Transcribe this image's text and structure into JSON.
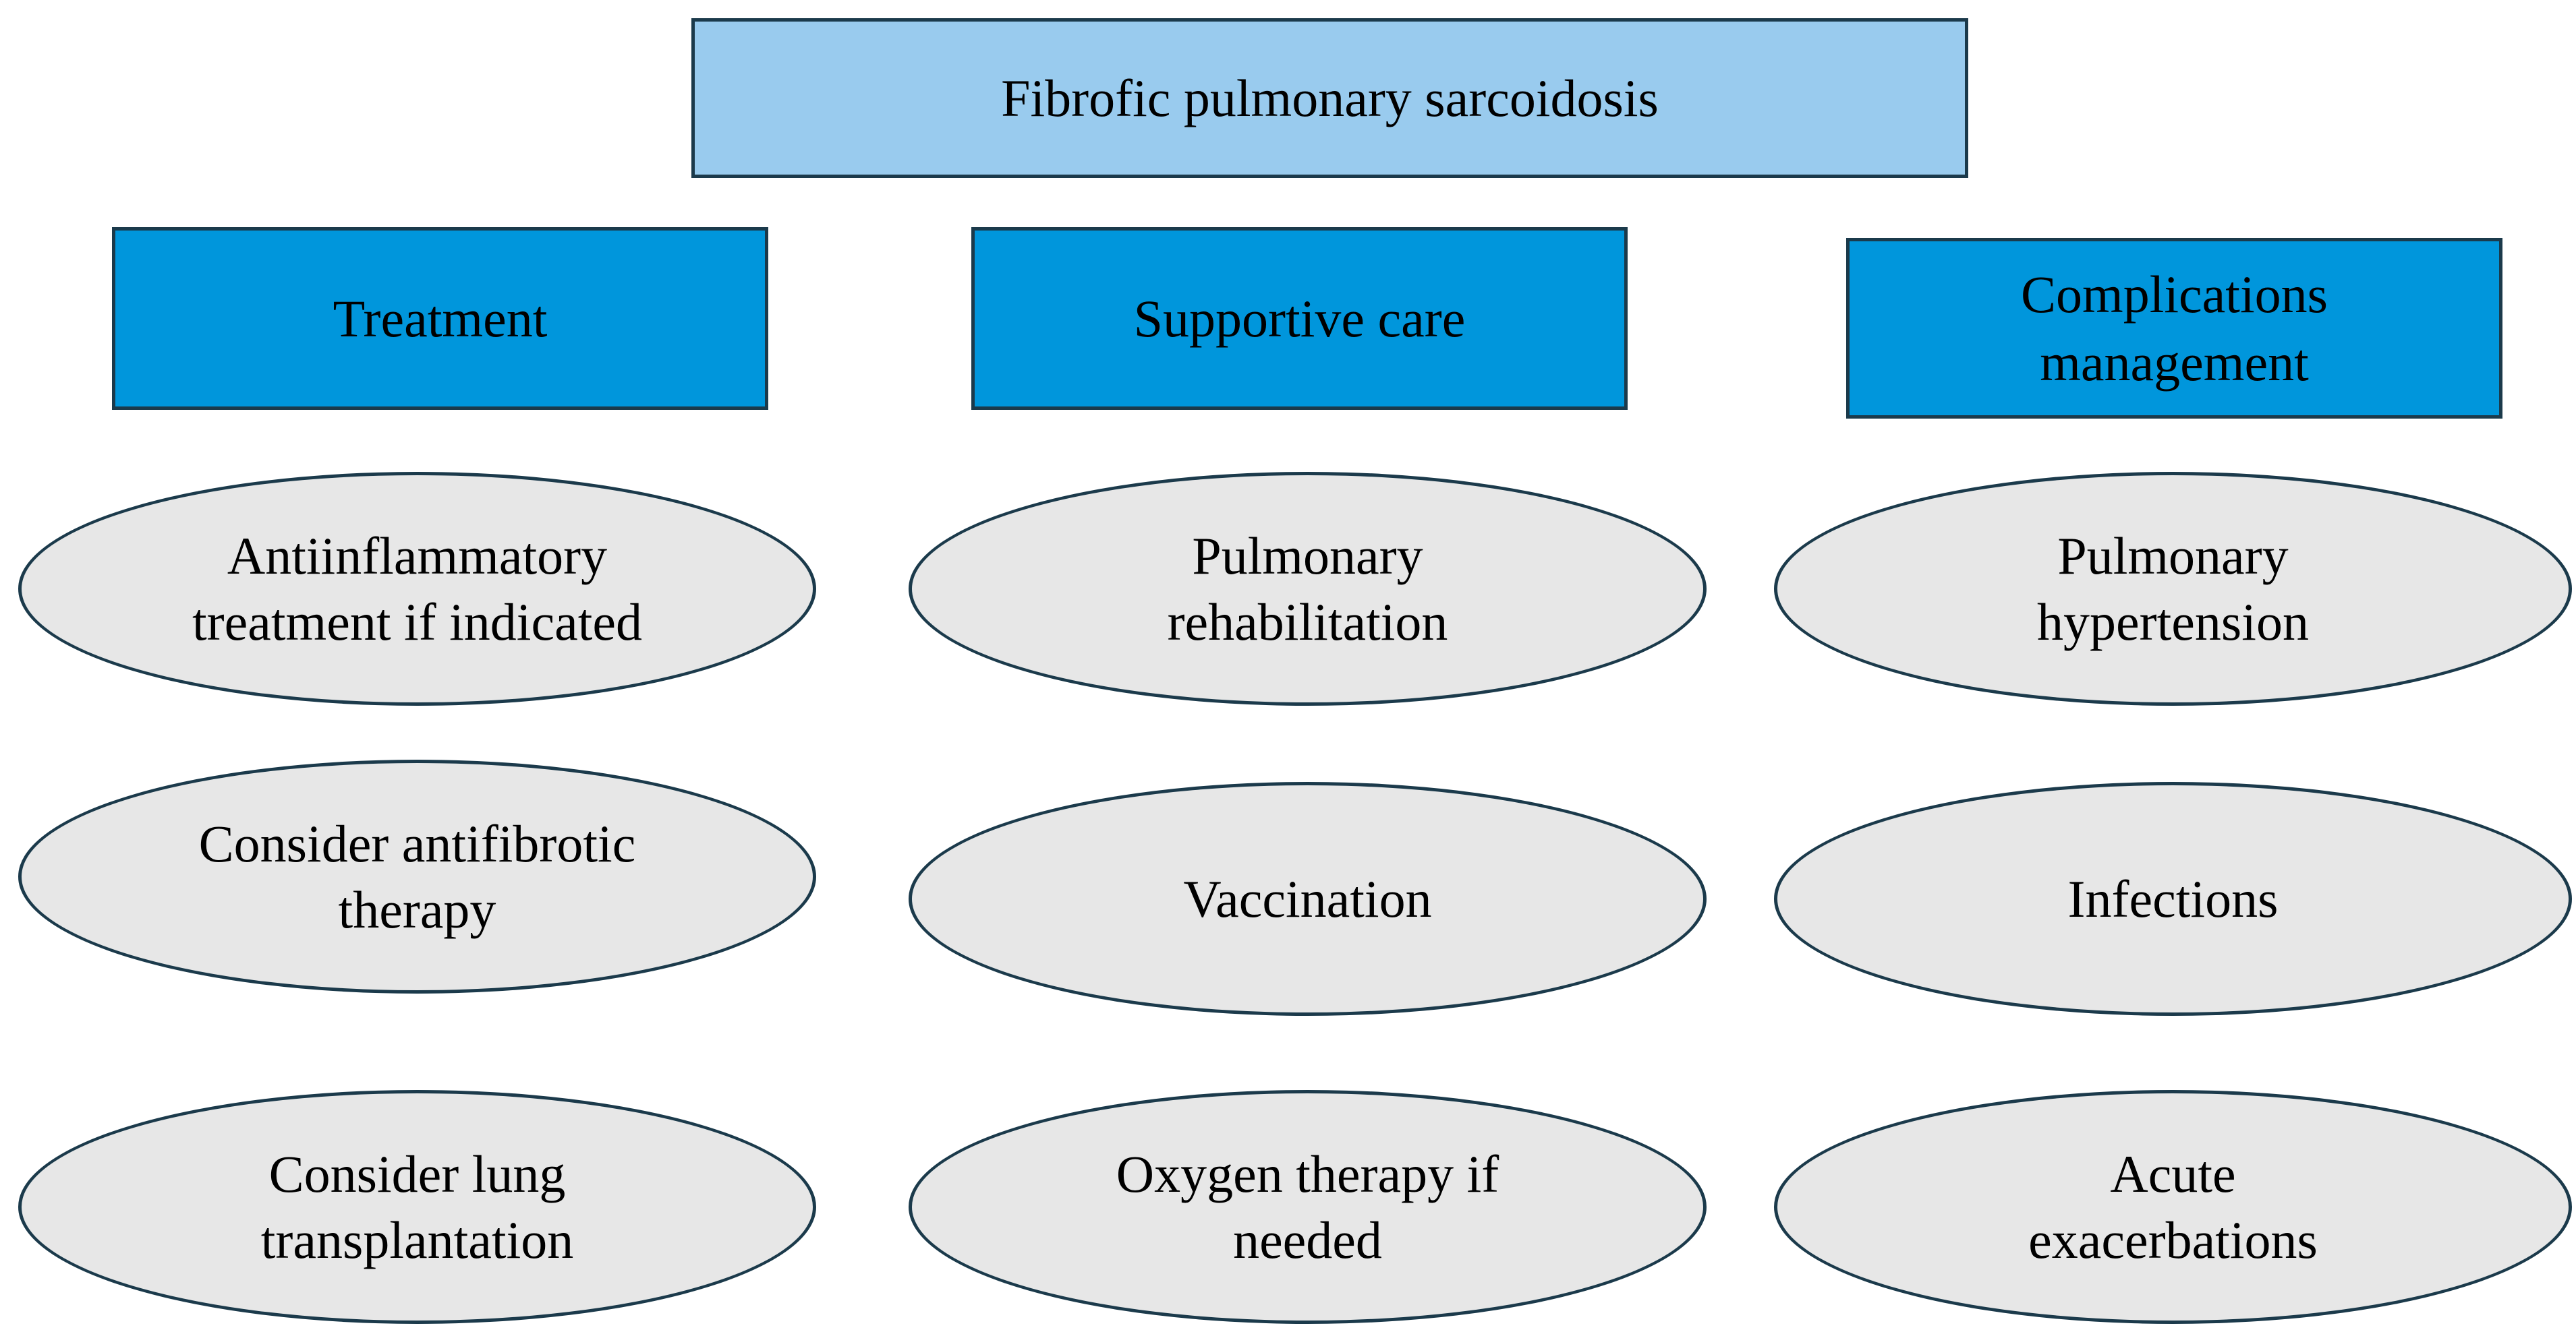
{
  "title": "Fibrofic pulmonary sarcoidosis",
  "columns": [
    {
      "header": "Treatment",
      "items": [
        "Antiinflammatory treatment if indicated",
        "Consider antifibrotic therapy",
        "Consider lung transplantation"
      ]
    },
    {
      "header": "Supportive care",
      "items": [
        "Pulmonary rehabilitation",
        "Vaccination",
        "Oxygen therapy if needed"
      ]
    },
    {
      "header": "Complications management",
      "items": [
        "Pulmonary hypertension",
        "Infections",
        "Acute exacerbations"
      ]
    }
  ],
  "colors": {
    "title_fill": "#99cbee",
    "header_fill": "#0096dc",
    "oval_fill": "#e7e7e7",
    "outline": "#1b3a4b"
  }
}
